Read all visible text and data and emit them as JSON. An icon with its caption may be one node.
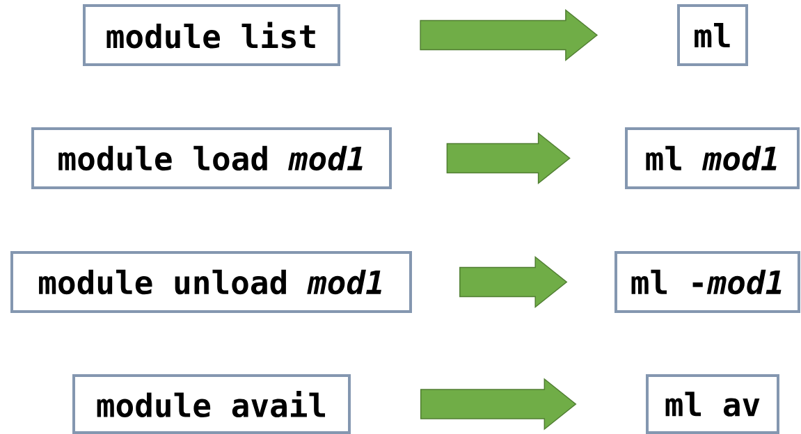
{
  "diagram": {
    "nodes": [
      {
        "text": [
          "module list"
        ]
      },
      {
        "text": [
          "ml"
        ]
      },
      {
        "text": [
          "module load *mod1*"
        ]
      },
      {
        "text": [
          "ml *mod1*"
        ]
      },
      {
        "text": [
          "module unload *mod1*"
        ]
      },
      {
        "text": [
          "ml -*mod1*"
        ]
      },
      {
        "text": [
          "module avail"
        ]
      },
      {
        "text": [
          "ml av"
        ]
      }
    ],
    "edges": [
      {
        "from": 0,
        "to": 1,
        "arrow": "to"
      },
      {
        "from": 2,
        "to": 3,
        "arrow": "to"
      },
      {
        "from": 4,
        "to": 5,
        "arrow": "to"
      },
      {
        "from": 6,
        "to": 7,
        "arrow": "to"
      }
    ]
  }
}
